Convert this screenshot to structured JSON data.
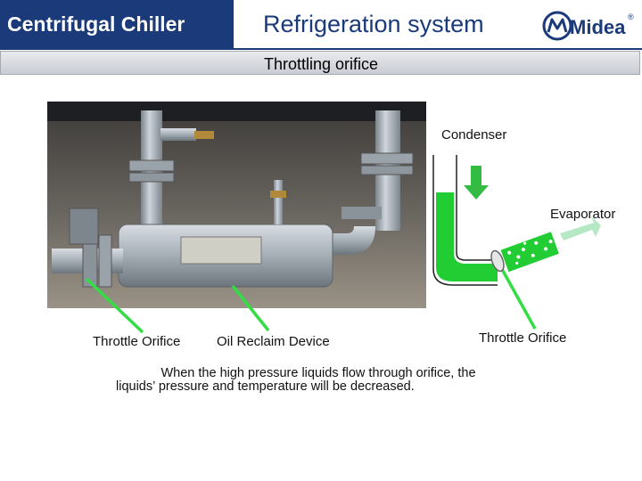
{
  "header": {
    "left_title": "Centrifugal Chiller",
    "right_title": "Refrigeration system",
    "logo_text": "Midea",
    "logo_mark": "®",
    "subtitle": "Throttling  orifice"
  },
  "photo": {
    "labels": {
      "throttle_orifice": "Throttle Orifice",
      "oil_reclaim": "Oil Reclaim Device"
    }
  },
  "diagram": {
    "condenser": "Condenser",
    "evaporator": "Evaporator",
    "throttle_orifice": "Throttle Orifice"
  },
  "description": {
    "line1": "When the high pressure liquids flow through orifice, the",
    "line2": "liquids’ pressure  and temperature will be decreased."
  },
  "colors": {
    "header_bg": "#1a3a7a",
    "pipe_green": "#22cc33",
    "pointer_green": "#33dd44"
  }
}
